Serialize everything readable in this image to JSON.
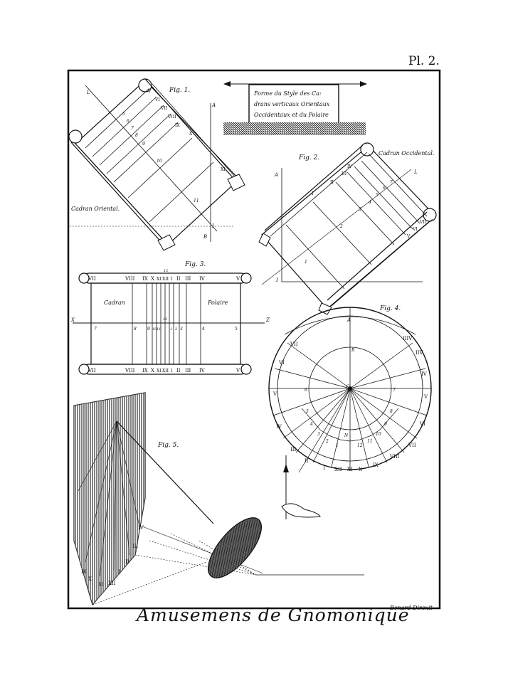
{
  "plate": {
    "number": "Pl. 2.",
    "title": "Amusemens de Gnomonique",
    "engraver": "Benard Direxit"
  },
  "style_form": {
    "lines": [
      "Forme du Style des Ca:",
      "drans verticaux Orientaux",
      "Occidentaux et du Polaire"
    ]
  },
  "fig1": {
    "title": "Fig. 1.",
    "caption": "Cadran Oriental.",
    "letters": {
      "L": "L",
      "A": "A",
      "B": "B",
      "I": "I"
    },
    "roman": [
      "V",
      "VI",
      "VII",
      "VIII",
      "IX",
      "X",
      "XI"
    ],
    "numbers": [
      "5",
      "6",
      "7",
      "8",
      "9",
      "10",
      "11"
    ]
  },
  "fig2": {
    "title": "Fig. 2.",
    "caption": "Cadran Occidental.",
    "letters": {
      "A": "A",
      "L": "L",
      "I": "I"
    },
    "roman": [
      "I",
      "II",
      "III",
      "IV",
      "V",
      "VI",
      "VII"
    ],
    "numbers": [
      "1",
      "2",
      "3",
      "4",
      "5",
      "6",
      "7"
    ]
  },
  "fig3": {
    "title": "Fig. 3.",
    "left_label": "Cadran",
    "right_label": "Polaire",
    "axis_left": "X",
    "axis_right": "Z",
    "marker": "12",
    "top_roman": [
      "VII",
      "VIII",
      "IX",
      "X",
      "XI",
      "XII",
      "I",
      "II",
      "III",
      "IV",
      "V"
    ],
    "bottom_roman": [
      "VII",
      "VIII",
      "IX",
      "X",
      "XI",
      "XII",
      "I",
      "II",
      "III",
      "IV",
      "V"
    ],
    "axis_numbers": [
      "7",
      "8",
      "9",
      "10",
      "11",
      "12",
      "1",
      "2",
      "3",
      "4",
      "5"
    ]
  },
  "fig4": {
    "title": "Fig. 4.",
    "letters": {
      "A": "A",
      "C": "C",
      "R": "R",
      "N": "N"
    },
    "outer_roman": [
      "VII",
      "VI",
      "V",
      "IV",
      "III",
      "II",
      "I",
      "XII",
      "XI",
      "X",
      "IX",
      "VIII",
      "IIIV",
      "IIV",
      "IV",
      "V",
      "VI",
      "VII"
    ],
    "numbers": [
      "6",
      "5",
      "4",
      "3",
      "2",
      "1",
      "12",
      "11",
      "10",
      "9",
      "8",
      "7"
    ]
  },
  "fig5": {
    "title": "Fig. 5.",
    "roman": [
      "IX",
      "X",
      "XI",
      "XII",
      "I",
      "II",
      "III",
      "IV"
    ]
  }
}
